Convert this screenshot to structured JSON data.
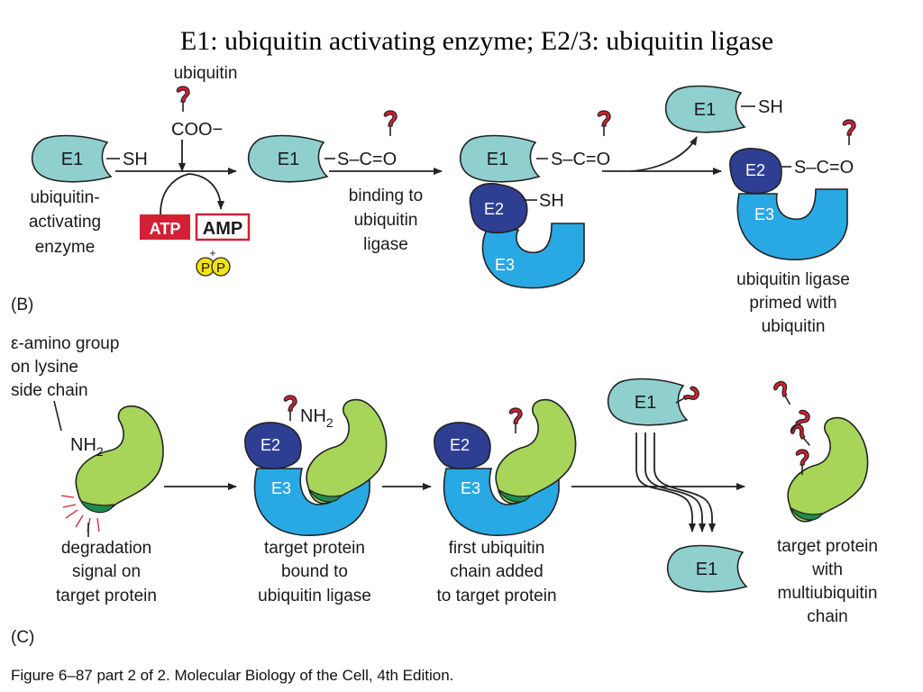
{
  "title": "E1: ubiquitin activating enzyme; E2/3: ubiquitin ligase",
  "panel_b": {
    "label": "(B)",
    "ubiquitin_label": "ubiquitin",
    "coo_label": "COO−",
    "e1": "E1",
    "e2": "E2",
    "e3": "E3",
    "sh": "SH",
    "thioester": "S–C=O",
    "enzyme_caption": [
      "ubiquitin-",
      "activating",
      "enzyme"
    ],
    "atp": "ATP",
    "amp": "AMP",
    "p": "P",
    "plus": "+",
    "binding_caption": [
      "binding to",
      "ubiquitin",
      "ligase"
    ],
    "primed_caption": [
      "ubiquitin ligase",
      "primed with",
      "ubiquitin"
    ]
  },
  "panel_c": {
    "label": "(C)",
    "amino_caption": [
      "ε-amino group",
      "on lysine",
      "side chain"
    ],
    "nh2": "NH",
    "sub2": "2",
    "e1": "E1",
    "e2": "E2",
    "e3": "E3",
    "captions": [
      [
        "degradation",
        "signal on",
        "target protein"
      ],
      [
        "target protein",
        "bound to",
        "ubiquitin ligase"
      ],
      [
        "first ubiquitin",
        "chain added",
        "to target protein"
      ],
      [
        "target protein",
        "with",
        "multiubiquitin",
        "chain"
      ]
    ]
  },
  "footer": "Figure 6–87 part 2 of 2. Molecular Biology of the Cell, 4th Edition.",
  "colors": {
    "e1": "#8fd0cf",
    "e2": "#2e3f93",
    "e3": "#29a9e3",
    "target_protein": "#a6d55a",
    "degradation_signal": "#1f8a4c",
    "ubiquitin": "#d41f34",
    "atp_box": "#d41f34",
    "amp_border": "#d41f34",
    "phosphate": "#f3e414"
  }
}
